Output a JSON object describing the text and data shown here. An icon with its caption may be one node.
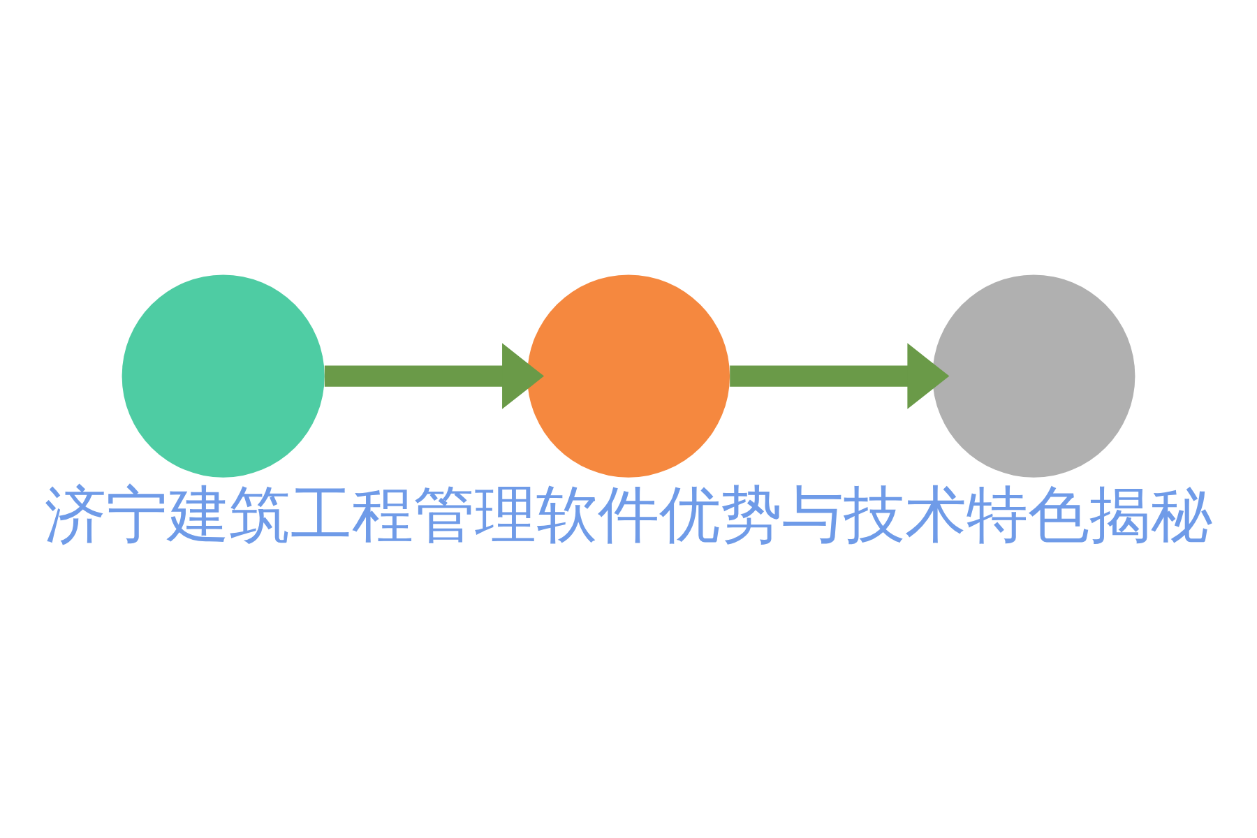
{
  "diagram": {
    "title": "济宁建筑工程管理软件优势与技术特色揭秘",
    "nodes": [
      {
        "text": [],
        "shape": "circle"
      },
      {
        "text": [],
        "shape": "circle"
      },
      {
        "text": [],
        "shape": "circle"
      }
    ],
    "edges": [
      {
        "from": 0,
        "to": 1,
        "arrow": "to"
      },
      {
        "from": 1,
        "to": 2,
        "arrow": "to"
      }
    ]
  }
}
